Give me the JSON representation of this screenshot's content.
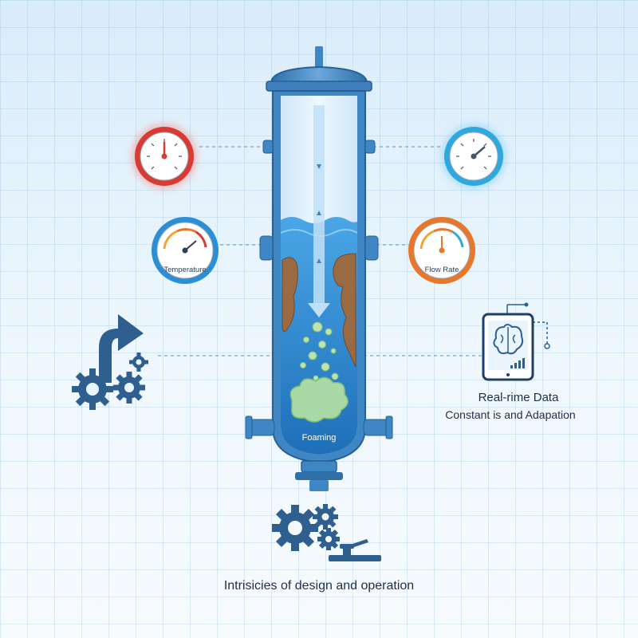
{
  "gauges": {
    "top_left": {
      "label": "",
      "color": "#d83a34"
    },
    "top_right": {
      "label": "",
      "color": "#2fa7df"
    },
    "temperature": {
      "label": "Temperature",
      "color": "#2a8fd4"
    },
    "flow_rate": {
      "label": "Flow Rate",
      "color": "#e8762b"
    }
  },
  "column": {
    "foaming_label": "Foaming",
    "liquid_color": "#2f8fd6",
    "body_color": "#3f86c4",
    "foam_color": "#a9d9a4",
    "deposit_color": "#9a6a43"
  },
  "monitor": {
    "title": "Real-rime Data",
    "subtitle": "Constant is and Adapation",
    "icon": "brain-tablet-icon"
  },
  "left_panel": {
    "icon": "gears-up-arrow-icon"
  },
  "bottom": {
    "icon": "gears-valve-icon",
    "caption": "Intrisicies of design and operation"
  }
}
